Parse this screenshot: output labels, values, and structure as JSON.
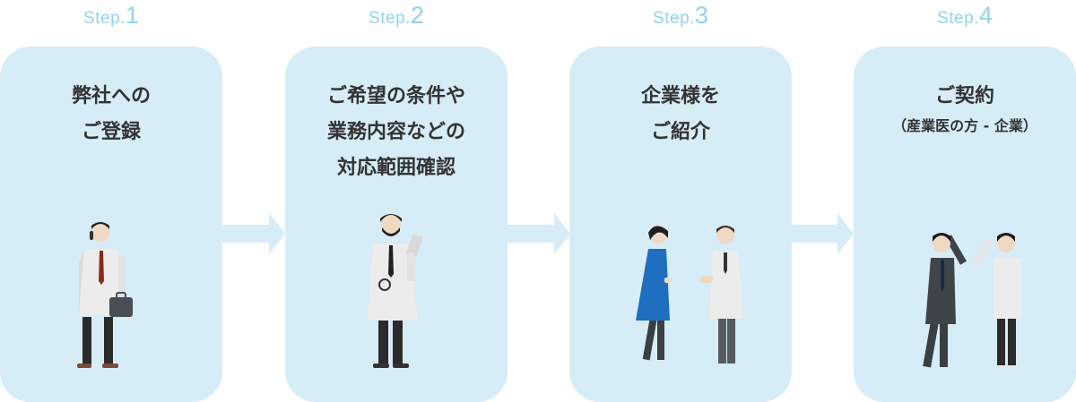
{
  "steps": [
    {
      "word": "Step.",
      "num": "1",
      "title_lines": [
        "弊社への",
        "ご登録"
      ],
      "subtitle": ""
    },
    {
      "word": "Step.",
      "num": "2",
      "title_lines": [
        "ご希望の条件や",
        "業務内容などの",
        "対応範囲確認"
      ],
      "subtitle": ""
    },
    {
      "word": "Step.",
      "num": "3",
      "title_lines": [
        "企業様を",
        "ご紹介"
      ],
      "subtitle": ""
    },
    {
      "word": "Step.",
      "num": "4",
      "title_lines": [
        "ご契約"
      ],
      "subtitle": "（産業医の方 - 企業）"
    }
  ],
  "colors": {
    "card_bg": "#d6ecf7",
    "arrow": "#d6ecf7",
    "step_label": "#8fd3ef",
    "text": "#333333"
  },
  "icons": [
    "doctor-on-phone-icon",
    "doctor-with-tablet-icon",
    "meeting-people-icon",
    "handshake-contract-icon"
  ]
}
